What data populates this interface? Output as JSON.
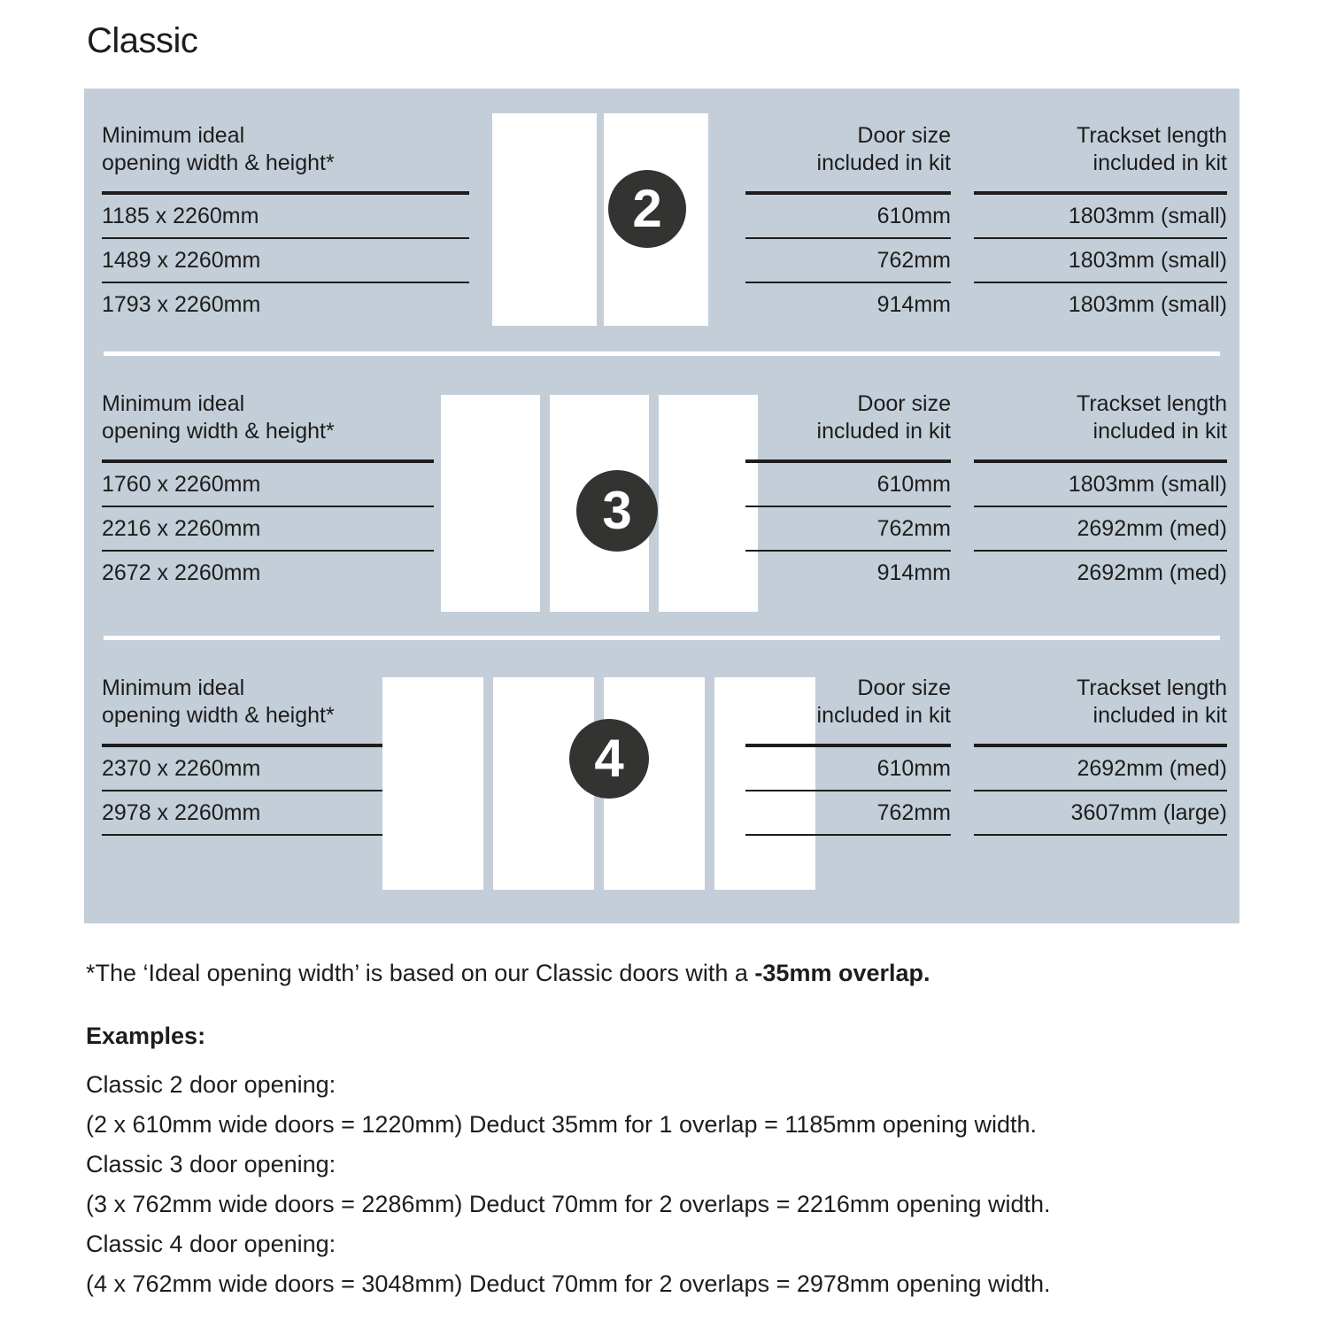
{
  "page_title": "Classic",
  "colors": {
    "panel_background": "#c4ced8",
    "door_panel": "#ffffff",
    "badge_background": "#333332",
    "text": "#1d1d1d"
  },
  "sections": [
    {
      "badge": "2",
      "door_count": 2,
      "left_header": "Minimum ideal\nopening width & height*",
      "door_header": "Door size\nincluded in kit",
      "track_header": "Trackset length\nincluded in kit",
      "rows": [
        {
          "opening": "1185 x 2260mm",
          "door_size": "610mm",
          "trackset": "1803mm (small)"
        },
        {
          "opening": "1489 x 2260mm",
          "door_size": "762mm",
          "trackset": "1803mm (small)"
        },
        {
          "opening": "1793 x 2260mm",
          "door_size": "914mm",
          "trackset": "1803mm (small)"
        }
      ]
    },
    {
      "badge": "3",
      "door_count": 3,
      "left_header": "Minimum ideal\nopening width & height*",
      "door_header": "Door size\nincluded in kit",
      "track_header": "Trackset length\nincluded in kit",
      "rows": [
        {
          "opening": "1760 x 2260mm",
          "door_size": "610mm",
          "trackset": "1803mm (small)"
        },
        {
          "opening": "2216 x 2260mm",
          "door_size": "762mm",
          "trackset": "2692mm (med)"
        },
        {
          "opening": "2672 x 2260mm",
          "door_size": "914mm",
          "trackset": "2692mm (med)"
        }
      ]
    },
    {
      "badge": "4",
      "door_count": 4,
      "left_header": "Minimum ideal\nopening width & height*",
      "door_header": "Door size\nincluded in kit",
      "track_header": "Trackset length\nincluded in kit",
      "rows": [
        {
          "opening": "2370 x 2260mm",
          "door_size": "610mm",
          "trackset": "2692mm (med)"
        },
        {
          "opening": "2978 x 2260mm",
          "door_size": "762mm",
          "trackset": "3607mm (large)"
        }
      ]
    }
  ],
  "footnote": {
    "normal": "*The ‘Ideal opening width’ is based on our Classic doors with a ",
    "bold": "-35mm overlap."
  },
  "examples": {
    "title": "Examples:",
    "lines": [
      "Classic 2 door opening:",
      "(2 x 610mm wide doors = 1220mm)  Deduct 35mm for 1 overlap = 1185mm opening width.",
      "Classic 3 door opening:",
      "(3 x 762mm wide doors = 2286mm)  Deduct 70mm for 2 overlaps = 2216mm opening width.",
      "Classic 4 door opening:",
      "(4 x 762mm wide doors = 3048mm)  Deduct 70mm for 2 overlaps = 2978mm opening width."
    ]
  }
}
